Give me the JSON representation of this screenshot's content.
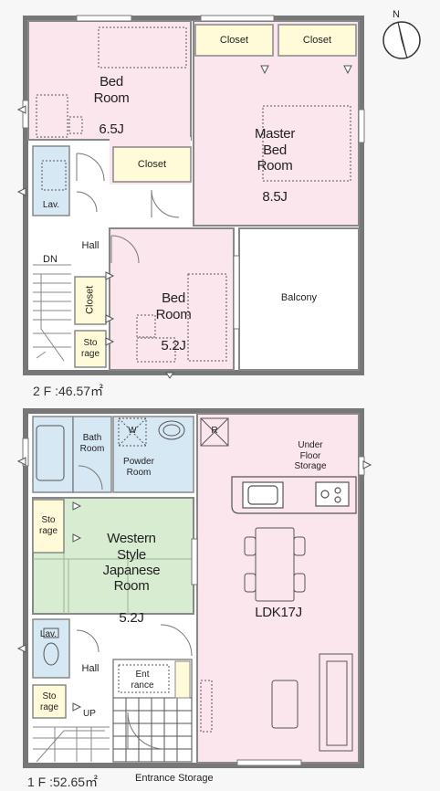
{
  "floor2": {
    "caption": "2 F :46.57㎡",
    "rooms": {
      "bed1": {
        "name": "Bed\nRoom",
        "size": "6.5J"
      },
      "master": {
        "name": "Master\nBed\nRoom",
        "size": "8.5J"
      },
      "bed2": {
        "name": "Bed\nRoom",
        "size": "5.2J"
      },
      "closet_a": "Closet",
      "closet_b": "Closet",
      "closet_c": "Closet",
      "closet_side": "Closet",
      "lav": "Lav.",
      "hall": "Hall",
      "dn": "DN",
      "balcony": "Balcony",
      "storage": "Sto\nrage"
    }
  },
  "floor1": {
    "caption": "1 F :52.65㎡",
    "rooms": {
      "bath": "Bath\nRoom",
      "powder": "Powder\nRoom",
      "washer": "W",
      "fridge": "R",
      "underfloor": "Under\nFloor\nStorage",
      "storage_a": "Sto\nrage",
      "japanese": {
        "name": "Western\nStyle\nJapanese\nRoom",
        "size": "5.2J"
      },
      "ldk": "LDK17J",
      "lav": "Lav.",
      "hall": "Hall",
      "entrance": "Ent\nrance",
      "storage_b": "Sto\nrage",
      "up": "UP"
    },
    "entrance_storage": "Entrance Storage"
  },
  "colors": {
    "pink": "#fbe6ee",
    "green": "#d8ecd2",
    "blue": "#d6e8f4",
    "cream": "#fffbd9",
    "white": "#ffffff",
    "wall": "#7a7a7a"
  },
  "compass": {
    "label": "N"
  }
}
